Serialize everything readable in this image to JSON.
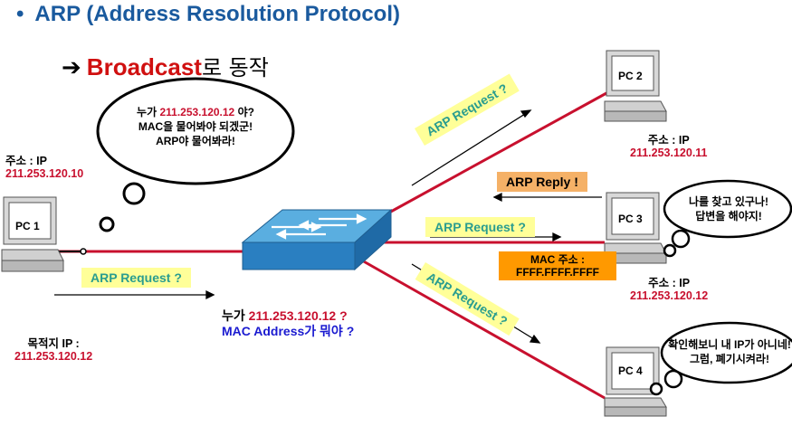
{
  "title": {
    "bullet": "•",
    "text": "ARP (Address Resolution Protocol)"
  },
  "subtitle": {
    "arrow": "➔",
    "highlight": "Broadcast",
    "rest": "로 동작"
  },
  "pcs": [
    {
      "label": "PC 1"
    },
    {
      "label": "PC 2"
    },
    {
      "label": "PC 3"
    },
    {
      "label": "PC 4"
    }
  ],
  "pc1_address": {
    "label": "주소 : IP",
    "ip": "211.253.120.10"
  },
  "pc2_address": {
    "label": "주소 : IP",
    "ip": "211.253.120.11"
  },
  "pc3_address": {
    "label": "주소 : IP",
    "ip": "211.253.120.12"
  },
  "destination": {
    "label": "목적지 IP :",
    "ip": "211.253.120.12"
  },
  "cloud1": {
    "line1_pre": "누가 ",
    "line1_ip": "211.253.120.12",
    "line1_post": " 야?",
    "line2": "MAC을 물어봐야 되겠군!",
    "line3": "ARP야 물어봐라!"
  },
  "cloud3": {
    "line1": "나를 찾고 있구나!",
    "line2": "답변을 해야지!"
  },
  "cloud4": {
    "line1": "확인해보니 내 IP가 아니네!",
    "line2": "그럼, 폐기시켜라!"
  },
  "arp_request_label": "ARP Request ?",
  "arp_reply_label": "ARP Reply !",
  "mac_box": {
    "line1": "MAC 주소 :",
    "line2": "FFFF.FFFF.FFFF"
  },
  "question": {
    "line1_pre": "누가 ",
    "line1_ip": "211.253.120.12",
    "line1_post": " ?",
    "line2": "MAC Address가 뭐야 ?"
  },
  "colors": {
    "title": "#1a5a9e",
    "accent_red": "#c8102e",
    "request_bg": "#ffff99",
    "request_text": "#2a9d8f",
    "reply_bg": "#f5b167",
    "mac_bg": "#ff9900",
    "link_line": "#c8102e",
    "switch": "#2a7fc1"
  },
  "icons": [
    "pc-icon",
    "switch-icon",
    "thought-cloud-icon"
  ]
}
